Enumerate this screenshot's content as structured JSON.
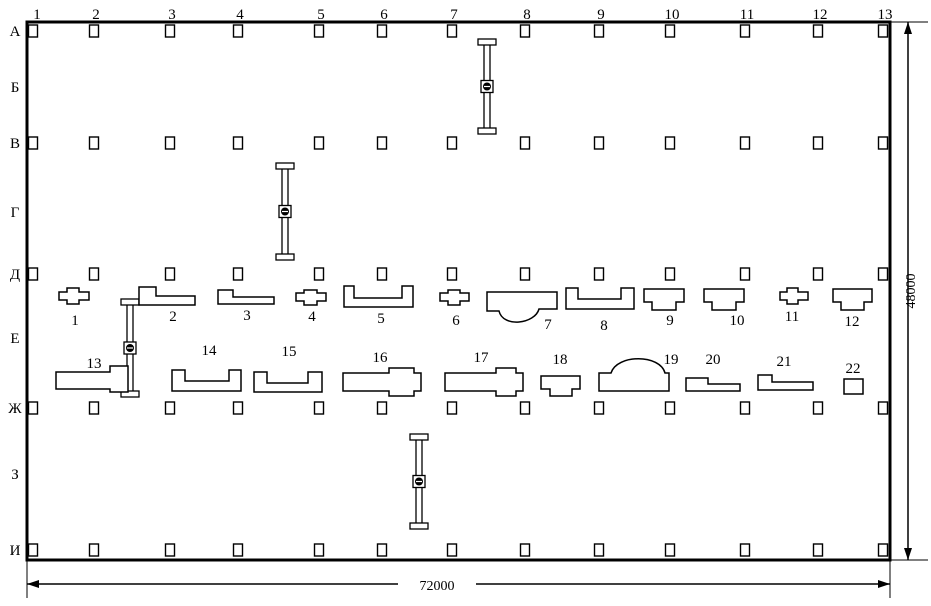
{
  "grid": {
    "columns": [
      "1",
      "2",
      "3",
      "4",
      "5",
      "6",
      "7",
      "8",
      "9",
      "10",
      "11",
      "12",
      "13"
    ],
    "rows": [
      "А",
      "Б",
      "В",
      "Г",
      "Д",
      "Е",
      "Ж",
      "З",
      "И"
    ]
  },
  "dimensions": {
    "width_label": "72000",
    "height_label": "48000"
  },
  "pieces": [
    {
      "label": "1",
      "shape": "cross"
    },
    {
      "label": "2",
      "shape": "step-l"
    },
    {
      "label": "3",
      "shape": "step-l-short"
    },
    {
      "label": "4",
      "shape": "cross"
    },
    {
      "label": "5",
      "shape": "u-channel"
    },
    {
      "label": "6",
      "shape": "cross"
    },
    {
      "label": "7",
      "shape": "bowl"
    },
    {
      "label": "8",
      "shape": "u-channel-shallow"
    },
    {
      "label": "9",
      "shape": "t-down"
    },
    {
      "label": "10",
      "shape": "t-down"
    },
    {
      "label": "11",
      "shape": "cross"
    },
    {
      "label": "12",
      "shape": "t-down"
    },
    {
      "label": "13",
      "shape": "step-r"
    },
    {
      "label": "14",
      "shape": "u-channel"
    },
    {
      "label": "15",
      "shape": "u-channel"
    },
    {
      "label": "16",
      "shape": "long-cross"
    },
    {
      "label": "17",
      "shape": "long-cross"
    },
    {
      "label": "18",
      "shape": "t-down"
    },
    {
      "label": "19",
      "shape": "dome"
    },
    {
      "label": "20",
      "shape": "step-l-low"
    },
    {
      "label": "21",
      "shape": "step-l-low"
    },
    {
      "label": "22",
      "shape": "square"
    }
  ],
  "cranes": [
    {
      "name": "crane-bridge-1",
      "row_span": "А–В"
    },
    {
      "name": "crane-bridge-2",
      "row_span": "В–Д"
    },
    {
      "name": "crane-bridge-3",
      "row_span": "Д–Ж"
    },
    {
      "name": "crane-bridge-4",
      "row_span": "Ж–И"
    }
  ]
}
